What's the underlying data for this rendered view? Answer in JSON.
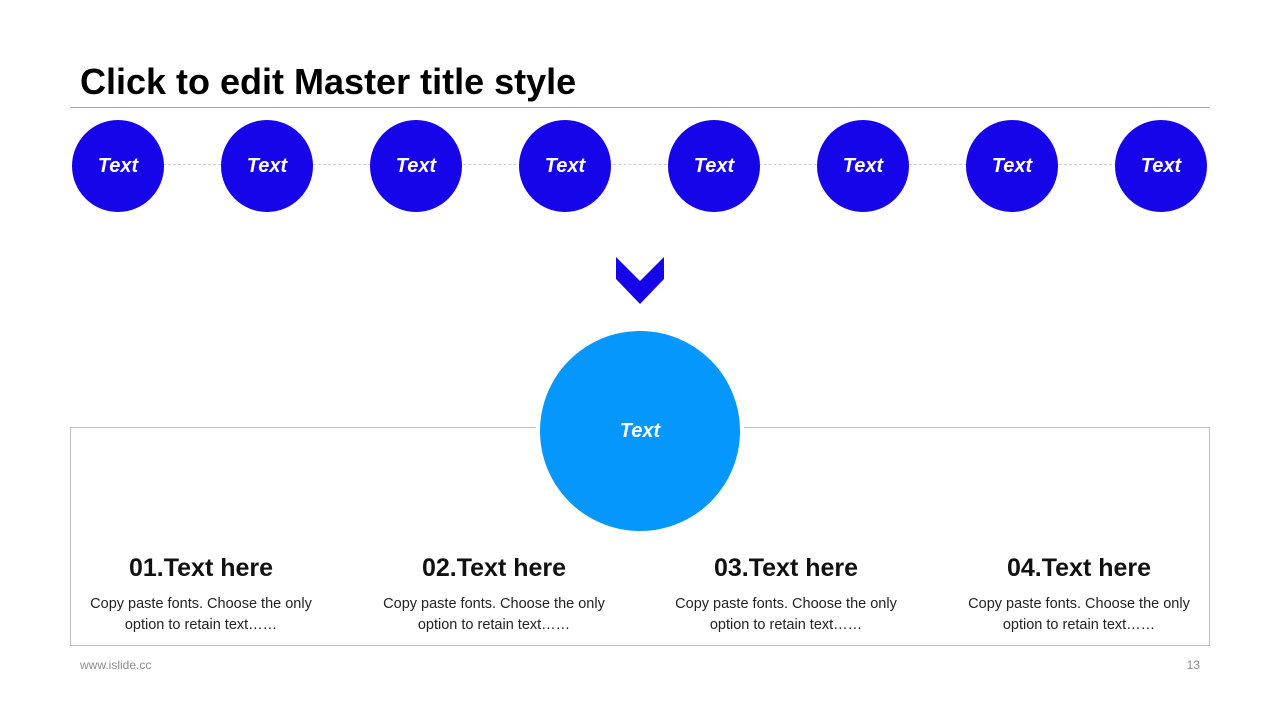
{
  "title": "Click to edit Master title style",
  "colors": {
    "node": "#1705e9",
    "center": "#0597fc",
    "chevron": "#1705e9"
  },
  "timeline": {
    "nodes": [
      "Text",
      "Text",
      "Text",
      "Text",
      "Text",
      "Text",
      "Text",
      "Text"
    ]
  },
  "arrow_icon": "chevron-down-icon",
  "center": {
    "label": "Text"
  },
  "items": [
    {
      "heading": "01.Text here",
      "desc_line1": "Copy paste fonts. Choose the only",
      "desc_line2": "option to retain text……"
    },
    {
      "heading": "02.Text here",
      "desc_line1": "Copy paste fonts. Choose the only",
      "desc_line2": "option to retain text……"
    },
    {
      "heading": "03.Text here",
      "desc_line1": "Copy paste fonts. Choose the only",
      "desc_line2": "option to retain text……"
    },
    {
      "heading": "04.Text here",
      "desc_line1": "Copy paste fonts. Choose the only",
      "desc_line2": "option to retain text……"
    }
  ],
  "footer": {
    "url": "www.islide.cc",
    "page": "13"
  }
}
